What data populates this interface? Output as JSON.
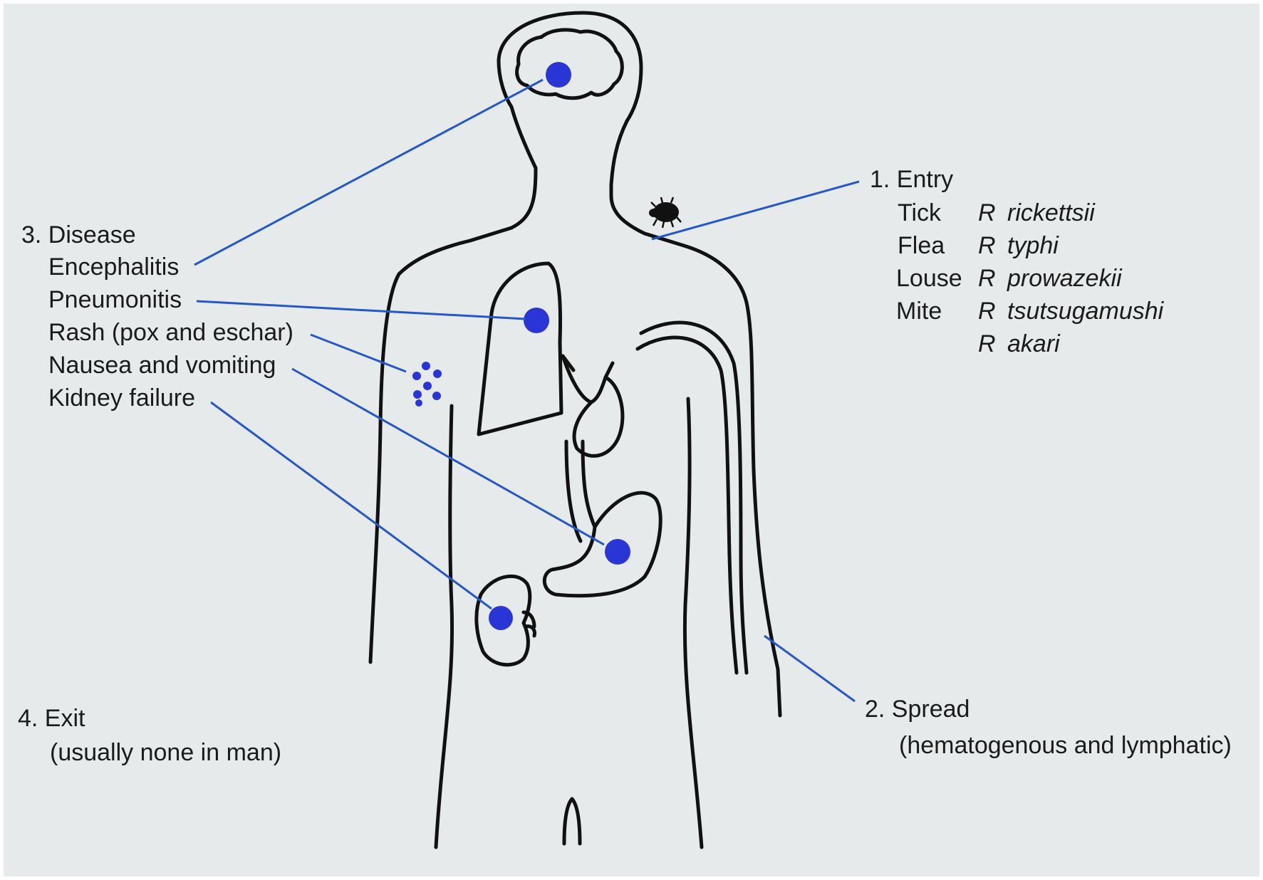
{
  "colors": {
    "background": "#e7eaea",
    "ink": "#111111",
    "leader_line": "#2457c9",
    "site_dot": "#2a35d6"
  },
  "entry": {
    "heading": "1. Entry",
    "vectors": [
      {
        "vector": "Tick",
        "genus": "R",
        "species": "rickettsii"
      },
      {
        "vector": "Flea",
        "genus": "R",
        "species": "typhi"
      },
      {
        "vector": "Louse",
        "genus": "R",
        "species": "prowazekii"
      },
      {
        "vector": "Mite",
        "genus": "R",
        "species": "tsutsugamushi"
      },
      {
        "vector": "",
        "genus": "R",
        "species": "akari"
      }
    ]
  },
  "spread": {
    "heading": "2. Spread",
    "detail": "(hematogenous and lymphatic)"
  },
  "disease": {
    "heading": "3. Disease",
    "items": [
      "Encephalitis",
      "Pneumonitis",
      "Rash (pox and eschar)",
      "Nausea and vomiting",
      "Kidney failure"
    ]
  },
  "exit": {
    "heading": "4. Exit",
    "detail": "(usually none in man)"
  },
  "icons": [
    "tick-icon",
    "rash-icon"
  ]
}
